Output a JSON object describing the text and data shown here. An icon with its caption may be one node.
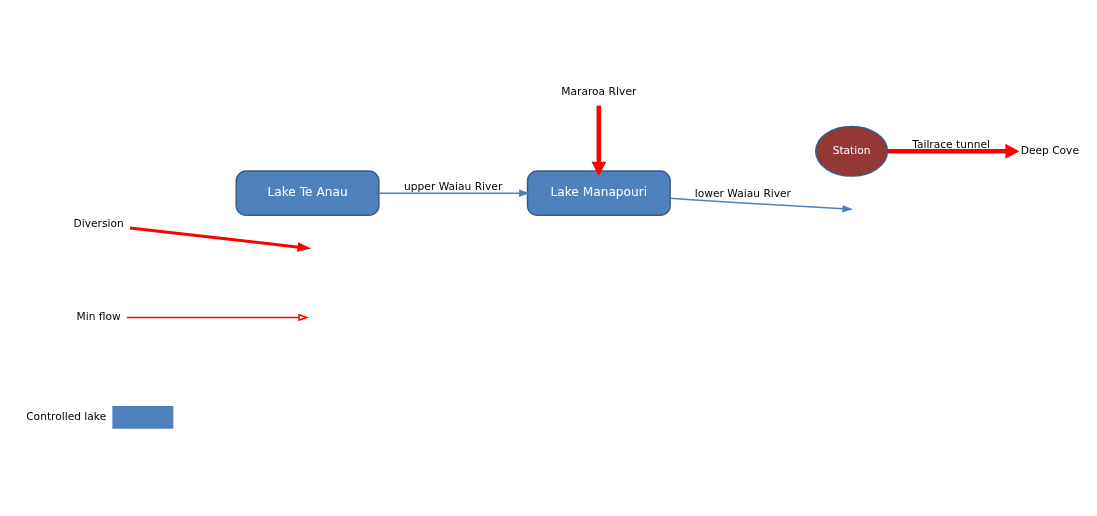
{
  "diagram": {
    "nodes": [
      {
        "text": [
          "Lake Te Anau"
        ]
      },
      {
        "text": [
          "Lake Manapouri"
        ]
      },
      {
        "text": [
          "Station"
        ]
      },
      {
        "text": [
          "Mararoa RIver"
        ]
      },
      {
        "text": [
          "Deep Cove"
        ]
      }
    ],
    "edges": [
      {
        "from": 0,
        "to": 1,
        "arrow": "to",
        "label": "upper Waiau River",
        "color": "#4f81bd"
      },
      {
        "from": 3,
        "to": 1,
        "arrow": "to",
        "style": "thick",
        "color": "#ff0000"
      },
      {
        "from": 1,
        "to": null,
        "arrow": "to",
        "label": "lower Waiau River",
        "color": "#4f81bd"
      },
      {
        "from": 2,
        "to": 4,
        "arrow": "to",
        "label": "Tailrace tunnel",
        "style": "thick",
        "color": "#ff0000"
      }
    ],
    "legend": [
      {
        "text": "Diversion"
      },
      {
        "text": "Min flow"
      },
      {
        "text": "Controlled lake",
        "color": "#4f81bd"
      }
    ]
  }
}
